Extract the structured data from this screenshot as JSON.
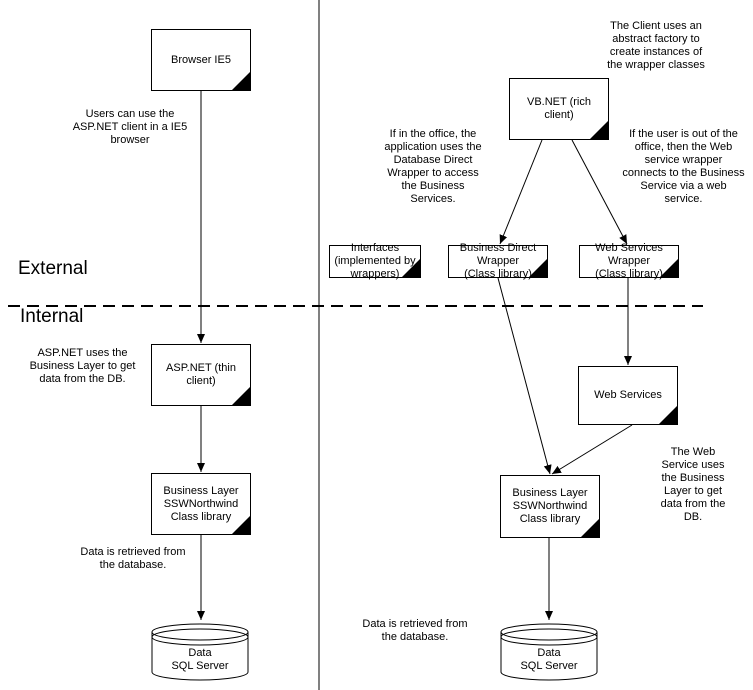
{
  "zones": {
    "external": "External",
    "internal": "Internal"
  },
  "boxes": {
    "browser": "Browser IE5",
    "aspnet": "ASP.NET (thin\nclient)",
    "business_left": "Business Layer\nSSWNorthwind\nClass library",
    "vbnet": "VB.NET (rich\nclient)",
    "interfaces": "Interfaces\n(implemented by\nwrappers)",
    "bdw": "Business Direct\nWrapper\n(Class library)",
    "wsw": "Web Services\nWrapper\n(Class library)",
    "webservices": "Web Services",
    "business_right": "Business Layer\nSSWNorthwind\nClass library"
  },
  "databases": {
    "left": "Data\nSQL Server",
    "right": "Data\nSQL Server"
  },
  "notes": {
    "users": "Users can use the\nASP.NET client in a IE5\nbrowser",
    "aspnet_uses": "ASP.NET uses the\nBusiness Layer to get\ndata from the DB.",
    "data_left": "Data is retrieved from\nthe database.",
    "client_factory": "The Client uses an\nabstract factory to\ncreate instances of\nthe wrapper classes",
    "office": "If in the office, the\napplication uses the\nDatabase Direct\nWrapper to access\nthe Business\nServices.",
    "out_office": "If the user is out of the\noffice, then the Web\nservice wrapper\nconnects to the Business\nService via a web\nservice.",
    "webservice_uses": "The Web\nService uses\nthe Business\nLayer to get\ndata from the\nDB.",
    "data_right": "Data is retrieved from\nthe database."
  }
}
